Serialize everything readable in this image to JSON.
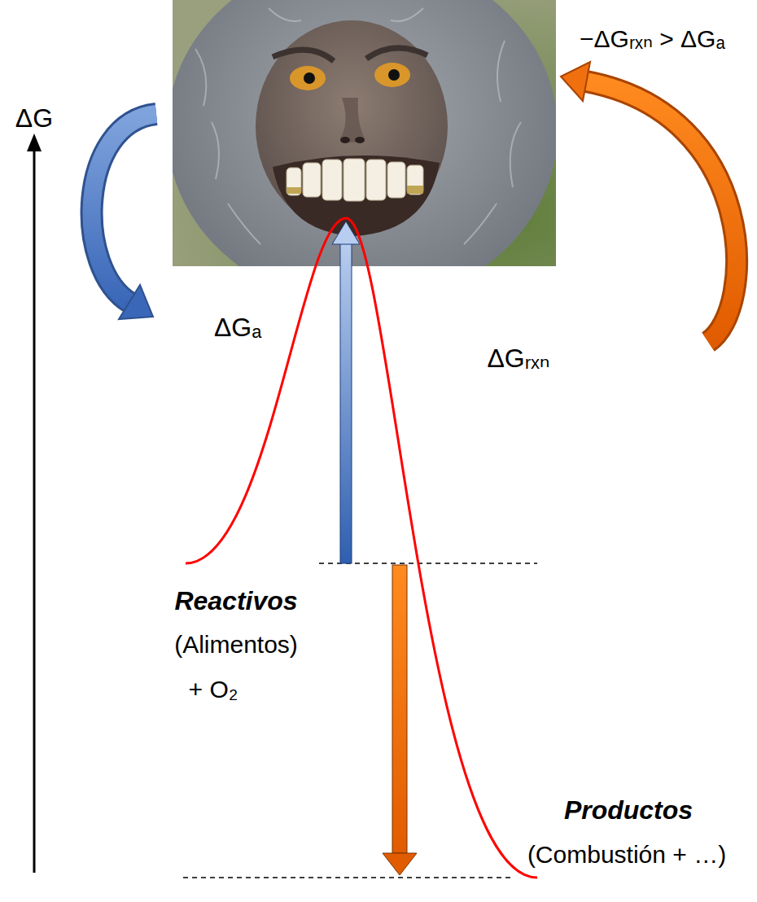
{
  "diagram": {
    "labels": [
      "−ΔGᵣₓₙ > ΔGₐ",
      "ΔG",
      "ΔGₐ",
      "Reactivos",
      "(Alimentos)",
      "+ O₂",
      "ΔGᵣₓₙ",
      "Productos",
      "(Combustión + …)"
    ]
  }
}
